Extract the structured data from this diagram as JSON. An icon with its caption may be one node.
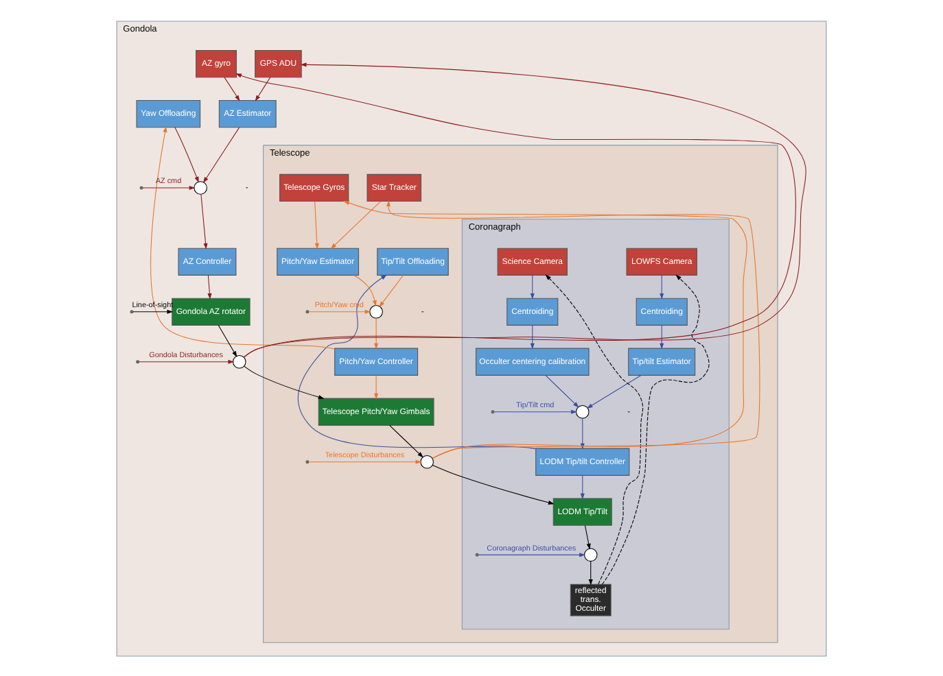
{
  "diagram": {
    "nodes": [
      {
        "text": [
          "Gondola"
        ]
      },
      {
        "text": [
          "Telescope"
        ],
        "in": 0
      },
      {
        "text": [
          "Coronagraph"
        ],
        "in": 1
      },
      {
        "text": [
          "GPS ADU"
        ],
        "in": 0
      },
      {
        "text": [
          "AZ gyro"
        ],
        "in": 0
      },
      {
        "text": [
          "AZ Estimator"
        ],
        "in": 0
      },
      {
        "text": [
          "Yaw Offloading"
        ],
        "in": 0
      },
      {
        "text": [
          "AZ Controller"
        ],
        "in": 0
      },
      {
        "text": [
          "Gondola AZ rotator"
        ],
        "in": 0
      },
      {
        "text": [],
        "shape": "circle",
        "in": 0
      },
      {
        "text": [],
        "shape": "circle",
        "in": 0
      },
      {
        "text": [
          "Star Tracker"
        ],
        "in": 1
      },
      {
        "text": [
          "Telescope Gyros"
        ],
        "in": 1
      },
      {
        "text": [
          "Pitch/Yaw Estimator"
        ],
        "in": 1
      },
      {
        "text": [
          "Tip/Tilt Offloading"
        ],
        "in": 1
      },
      {
        "text": [],
        "shape": "circle",
        "in": 1
      },
      {
        "text": [
          "Pitch/Yaw Controller"
        ],
        "in": 1
      },
      {
        "text": [
          "Telescope Pitch/Yaw Gimbals"
        ],
        "in": 1
      },
      {
        "text": [],
        "shape": "circle",
        "in": 1
      },
      {
        "text": [
          "LOWFS Camera"
        ],
        "in": 2
      },
      {
        "text": [
          "Science Camera"
        ],
        "in": 2
      },
      {
        "text": [
          "Centroiding"
        ],
        "in": 2
      },
      {
        "text": [
          "Centroiding"
        ],
        "in": 2
      },
      {
        "text": [
          "Tip/tilt Estimator"
        ],
        "in": 2
      },
      {
        "text": [],
        "shape": "circle",
        "in": 2
      },
      {
        "text": [
          "Occulter centering calibration"
        ],
        "in": 2
      },
      {
        "text": [
          "LODM Tip/tilt Controller"
        ],
        "in": 2
      },
      {
        "text": [
          "LODM Tip/Tilt"
        ],
        "in": 2
      },
      {
        "text": [],
        "shape": "circle",
        "in": 2
      },
      {
        "text": [
          "reflected",
          "trans.",
          "Occulter"
        ],
        "in": 2
      }
    ],
    "edges": [
      {
        "from": 3,
        "to": 5,
        "arrow": "to",
        "color": "#8b1c1c"
      },
      {
        "from": 4,
        "to": 5,
        "arrow": "to",
        "color": "#8b1c1c"
      },
      {
        "from": 5,
        "to": 9,
        "arrow": "to",
        "color": "#8b1c1c"
      },
      {
        "from": 6,
        "to": 9,
        "arrow": "to",
        "color": "#8b1c1c"
      },
      {
        "from": null,
        "to": 9,
        "arrow": "to",
        "label": "AZ cmd",
        "color": "#8b1c1c"
      },
      {
        "from": 9,
        "to": 7,
        "arrow": "to",
        "color": "#8b1c1c"
      },
      {
        "from": 7,
        "to": 8,
        "arrow": "to",
        "color": "#8b1c1c"
      },
      {
        "from": null,
        "to": 8,
        "arrow": "to",
        "label": "Line-of-sight",
        "color": "#000000"
      },
      {
        "from": 8,
        "to": 10,
        "arrow": "to",
        "color": "#000000"
      },
      {
        "from": null,
        "to": 10,
        "arrow": "to",
        "label": "Gondola Disturbances",
        "color": "#8b1c1c"
      },
      {
        "from": 10,
        "to": 17,
        "arrow": "to",
        "color": "#000000"
      },
      {
        "from": 10,
        "to": 3,
        "arrow": "to",
        "color": "#8b1c1c"
      },
      {
        "from": 10,
        "to": 4,
        "arrow": "to",
        "color": "#8b1c1c"
      },
      {
        "from": 11,
        "to": 13,
        "arrow": "to",
        "color": "#e8772e"
      },
      {
        "from": 12,
        "to": 13,
        "arrow": "to",
        "color": "#e8772e"
      },
      {
        "from": 13,
        "to": 15,
        "arrow": "to",
        "color": "#e8772e"
      },
      {
        "from": 14,
        "to": 15,
        "arrow": "to",
        "color": "#e8772e"
      },
      {
        "from": null,
        "to": 15,
        "arrow": "to",
        "label": "Pitch/Yaw cmd",
        "color": "#e8772e"
      },
      {
        "from": 15,
        "to": 16,
        "arrow": "to",
        "color": "#e8772e"
      },
      {
        "from": 16,
        "to": 17,
        "arrow": "to",
        "color": "#e8772e"
      },
      {
        "from": 16,
        "to": 6,
        "arrow": "to",
        "color": "#e8772e"
      },
      {
        "from": 17,
        "to": 18,
        "arrow": "to",
        "color": "#000000"
      },
      {
        "from": null,
        "to": 18,
        "arrow": "to",
        "label": "Telescope Disturbances",
        "color": "#e8772e"
      },
      {
        "from": 18,
        "to": 11,
        "arrow": "to",
        "color": "#e8772e"
      },
      {
        "from": 18,
        "to": 12,
        "arrow": "to",
        "color": "#e8772e"
      },
      {
        "from": 18,
        "to": 27,
        "arrow": "to",
        "color": "#000000"
      },
      {
        "from": 19,
        "to": 21,
        "arrow": "to",
        "color": "#3a4ea0"
      },
      {
        "from": 20,
        "to": 22,
        "arrow": "to",
        "color": "#3a4ea0"
      },
      {
        "from": 21,
        "to": 23,
        "arrow": "to",
        "color": "#3a4ea0"
      },
      {
        "from": 22,
        "to": 25,
        "arrow": "to",
        "color": "#3a4ea0"
      },
      {
        "from": 23,
        "to": 24,
        "arrow": "to",
        "color": "#3a4ea0"
      },
      {
        "from": 25,
        "to": 24,
        "arrow": "to",
        "color": "#3a4ea0"
      },
      {
        "from": null,
        "to": 24,
        "arrow": "to",
        "label": "Tip/Tilt cmd",
        "color": "#3a4ea0"
      },
      {
        "from": 24,
        "to": 26,
        "arrow": "to",
        "color": "#3a4ea0"
      },
      {
        "from": 26,
        "to": 27,
        "arrow": "to",
        "color": "#3a4ea0"
      },
      {
        "from": 26,
        "to": 14,
        "arrow": "to",
        "color": "#3a4ea0"
      },
      {
        "from": 27,
        "to": 28,
        "arrow": "to",
        "color": "#000000"
      },
      {
        "from": null,
        "to": 28,
        "arrow": "to",
        "label": "Coronagraph Disturbances",
        "color": "#3a4ea0"
      },
      {
        "from": 28,
        "to": 29,
        "arrow": "to",
        "color": "#000000"
      },
      {
        "from": 29,
        "to": 19,
        "arrow": "to",
        "style": "dashed",
        "color": "#000000"
      },
      {
        "from": 29,
        "to": 20,
        "arrow": "to",
        "style": "dashed",
        "color": "#000000"
      }
    ],
    "labels": [
      "-",
      "-",
      "-"
    ]
  }
}
